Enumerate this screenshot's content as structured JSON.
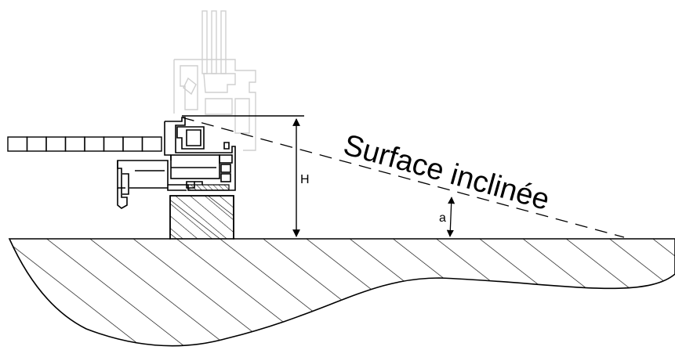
{
  "labels": {
    "surface": "Surface inclinée",
    "height": "H",
    "angle": "a"
  },
  "colors": {
    "line": "#000000",
    "ghost_profile": "#cfcfcf",
    "background": "#ffffff"
  }
}
